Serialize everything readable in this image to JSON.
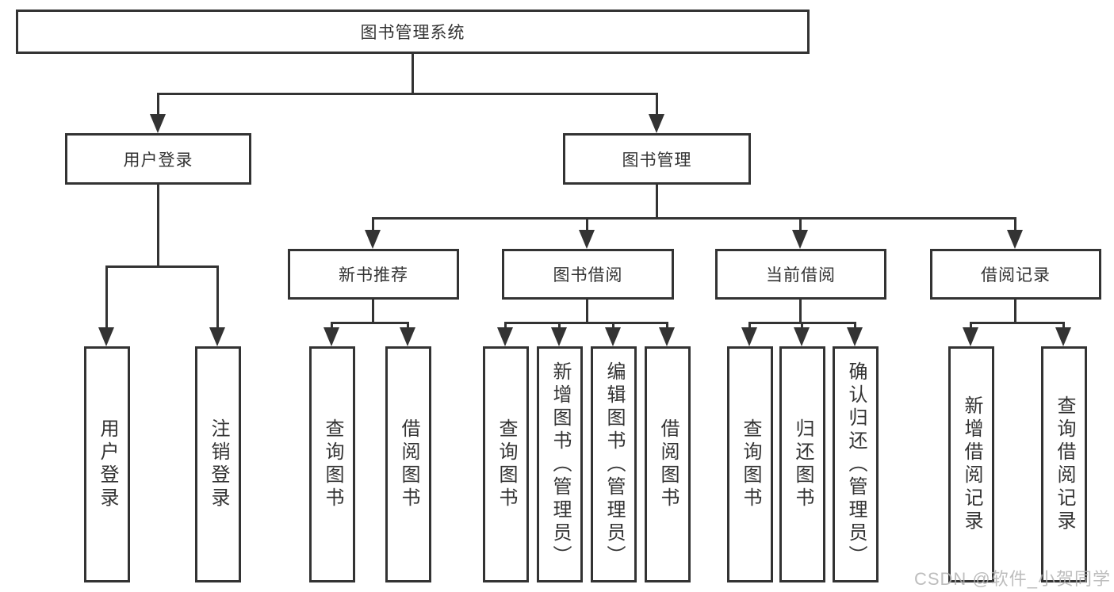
{
  "tree": {
    "root": {
      "label": "图书管理系统",
      "children": [
        {
          "label": "用户登录",
          "children": [
            {
              "label": "用户登录"
            },
            {
              "label": "注销登录"
            }
          ]
        },
        {
          "label": "图书管理",
          "children": [
            {
              "label": "新书推荐",
              "children": [
                {
                  "label": "查询图书"
                },
                {
                  "label": "借阅图书"
                }
              ]
            },
            {
              "label": "图书借阅",
              "children": [
                {
                  "label": "查询图书"
                },
                {
                  "label": "新增图书（管理员）"
                },
                {
                  "label": "编辑图书（管理员）"
                },
                {
                  "label": "借阅图书"
                }
              ]
            },
            {
              "label": "当前借阅",
              "children": [
                {
                  "label": "查询图书"
                },
                {
                  "label": "归还图书"
                },
                {
                  "label": "确认归还（管理员）"
                }
              ]
            },
            {
              "label": "借阅记录",
              "children": [
                {
                  "label": "新增借阅记录"
                },
                {
                  "label": "查询借阅记录"
                }
              ]
            }
          ]
        }
      ]
    }
  },
  "watermark": {
    "text": "CSDN @软件_小贺同学"
  },
  "colors": {
    "line": "#333333",
    "text": "#333333",
    "background": "#ffffff",
    "watermark": "#b2b2b2"
  }
}
